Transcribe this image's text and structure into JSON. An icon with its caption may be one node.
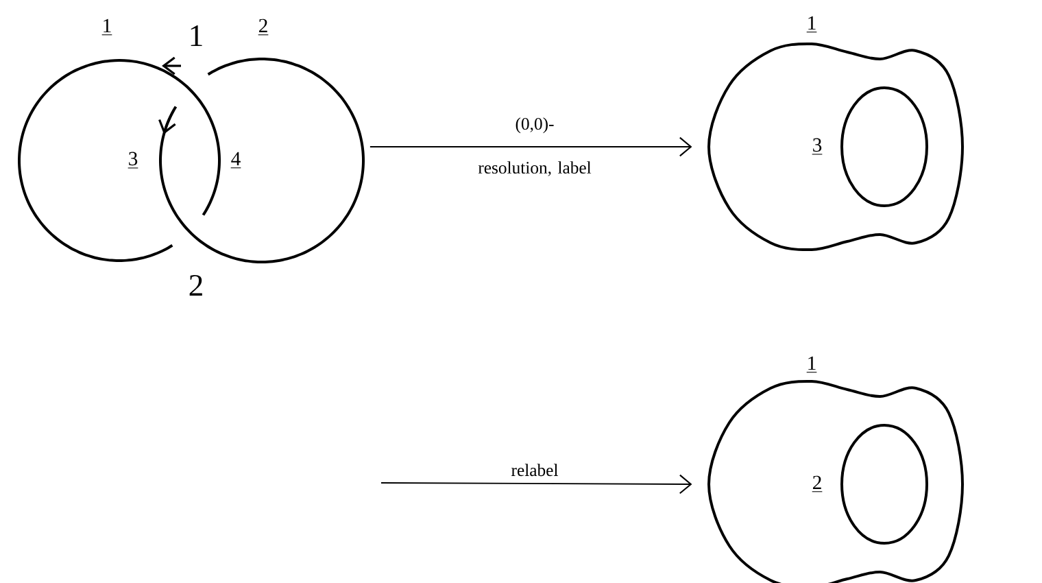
{
  "diagram": {
    "nodes": [
      {
        "text": [],
        "shape": "picture"
      },
      {
        "text": [],
        "shape": "picture"
      },
      {
        "text": [],
        "shape": "picture"
      }
    ],
    "edges": [
      {
        "from": 0,
        "to": 1,
        "arrow": "to",
        "label": "(0,0)-resolution, label"
      },
      {
        "from": null,
        "to": 2,
        "arrow": "to",
        "label": "relabel"
      }
    ],
    "labels": [
      "1",
      "1",
      "2",
      "3",
      "4",
      "2",
      "1",
      "3",
      "1",
      "2"
    ]
  }
}
